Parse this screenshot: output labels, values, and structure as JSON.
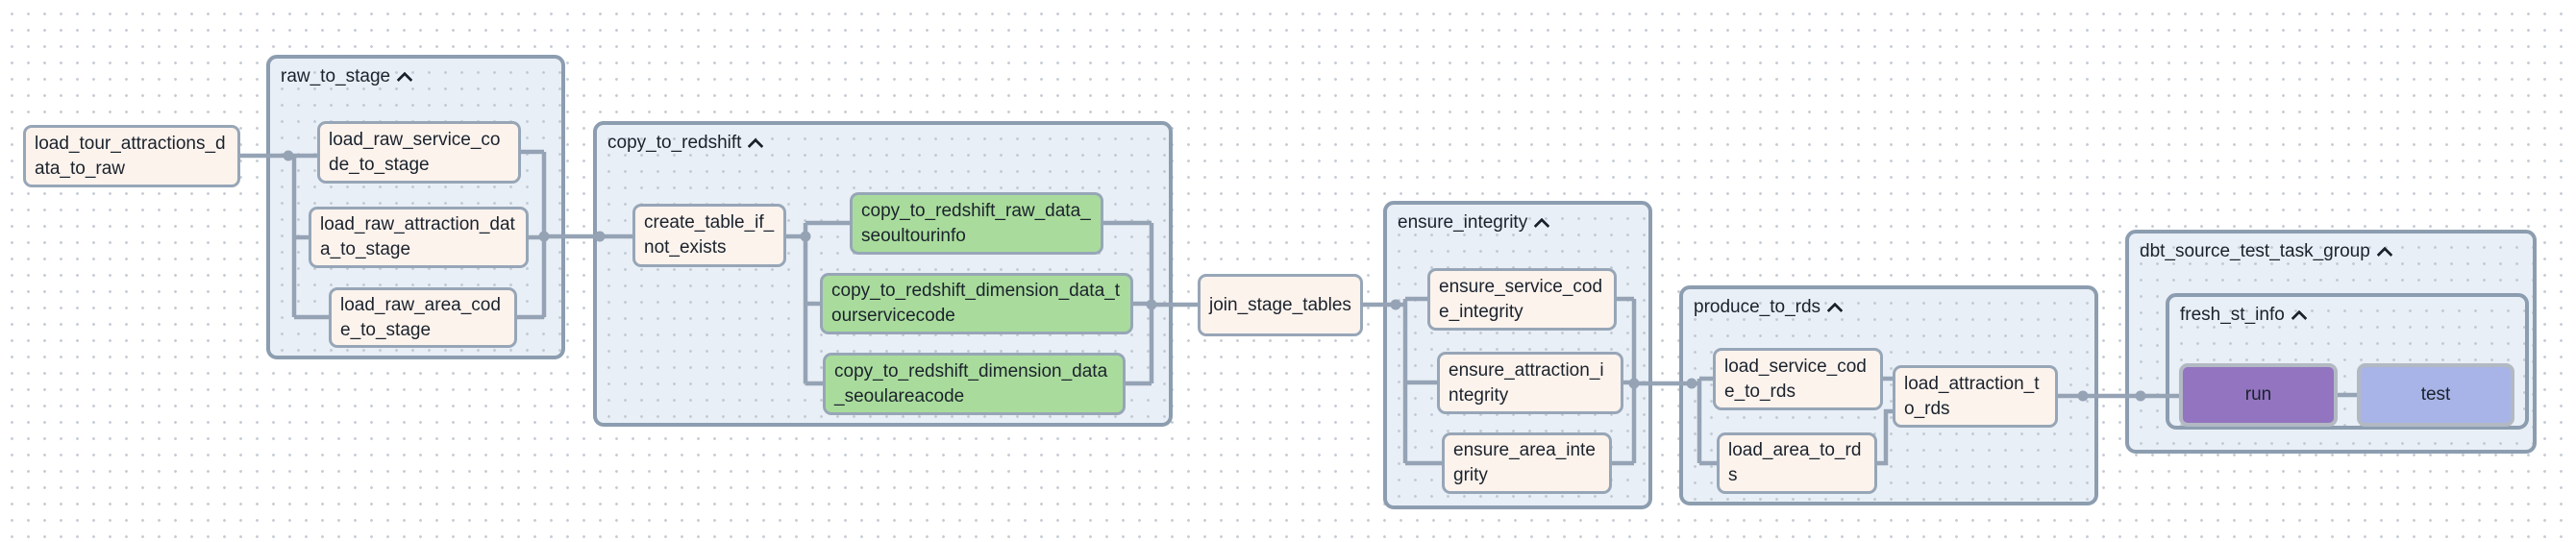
{
  "diagram_type": "workflow-dag-graph",
  "colors": {
    "canvas_bg": "#ffffff",
    "grid_dot": "#c7cdd5",
    "group_fill": "#e9eff6",
    "group_border": "#8c9db0",
    "task_default_fill": "#fcf3ed",
    "task_success_fill": "#a9dc9c",
    "task_run_fill": "#9274c0",
    "task_test_fill": "#a8b4e8",
    "edge": "#95a3b5",
    "text": "#1b222c"
  },
  "groups": {
    "raw_to_stage": {
      "label": "raw_to_stage",
      "collapse_icon": "chevron-up"
    },
    "copy_to_redshift": {
      "label": "copy_to_redshift",
      "collapse_icon": "chevron-up"
    },
    "ensure_integrity": {
      "label": "ensure_integrity",
      "collapse_icon": "chevron-up"
    },
    "produce_to_rds": {
      "label": "produce_to_rds",
      "collapse_icon": "chevron-up"
    },
    "dbt_source_test_task_group": {
      "label": "dbt_source_test_task_group",
      "collapse_icon": "chevron-up"
    },
    "fresh_st_info": {
      "label": "fresh_st_info",
      "collapse_icon": "chevron-up"
    }
  },
  "tasks": {
    "load_tour_attractions_data_to_raw": {
      "label": "load_tour_attractions_data_to_raw",
      "state": "default"
    },
    "load_raw_service_code_to_stage": {
      "label": "load_raw_service_code_to_stage",
      "state": "default"
    },
    "load_raw_attraction_data_to_stage": {
      "label": "load_raw_attraction_data_to_stage",
      "state": "default"
    },
    "load_raw_area_code_to_stage": {
      "label": "load_raw_area_code_to_stage",
      "state": "default"
    },
    "create_table_if_not_exists": {
      "label": "create_table_if_not_exists",
      "state": "default"
    },
    "copy_to_redshift_raw_data_seoultourinfo": {
      "label": "copy_to_redshift_raw_data_seoultourinfo",
      "state": "success"
    },
    "copy_to_redshift_dimension_data_tourservicecode": {
      "label": "copy_to_redshift_dimension_data_tourservicecode",
      "state": "success"
    },
    "copy_to_redshift_dimension_data_seoulareacode": {
      "label": "copy_to_redshift_dimension_data_seoulareacode",
      "state": "success"
    },
    "join_stage_tables": {
      "label": "join_stage_tables",
      "state": "default"
    },
    "ensure_service_code_integrity": {
      "label": "ensure_service_code_integrity",
      "state": "default"
    },
    "ensure_attraction_integrity": {
      "label": "ensure_attraction_integrity",
      "state": "default"
    },
    "ensure_area_integrity": {
      "label": "ensure_area_integrity",
      "state": "default"
    },
    "load_service_code_to_rds": {
      "label": "load_service_code_to_rds",
      "state": "default"
    },
    "load_area_to_rds": {
      "label": "load_area_to_rds",
      "state": "default"
    },
    "load_attraction_to_rds": {
      "label": "load_attraction_to_rds",
      "state": "default"
    },
    "run": {
      "label": "run",
      "state": "run"
    },
    "test": {
      "label": "test",
      "state": "test"
    }
  }
}
